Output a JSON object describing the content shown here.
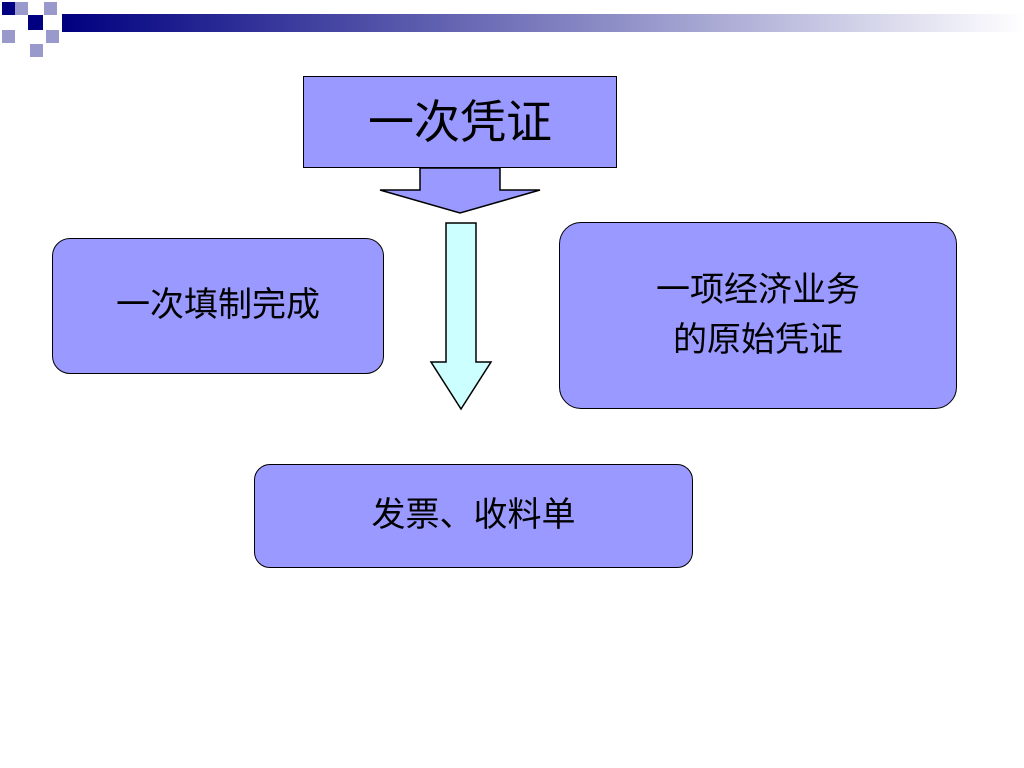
{
  "colors": {
    "box_fill": "#9999ff",
    "arrow_fill": "#ccffff",
    "stroke": "#000000",
    "deco_navy": "#000080",
    "deco_periwinkle": "#9999cc"
  },
  "nodes": {
    "title": "一次凭证",
    "left": "一次填制完成",
    "right_line1": "一项经济业务",
    "right_line2": "的原始凭证",
    "bottom": "发票、收料单"
  },
  "icons": {
    "down_arrow_top": "block-down-arrow",
    "down_arrow_center": "block-down-arrow"
  }
}
